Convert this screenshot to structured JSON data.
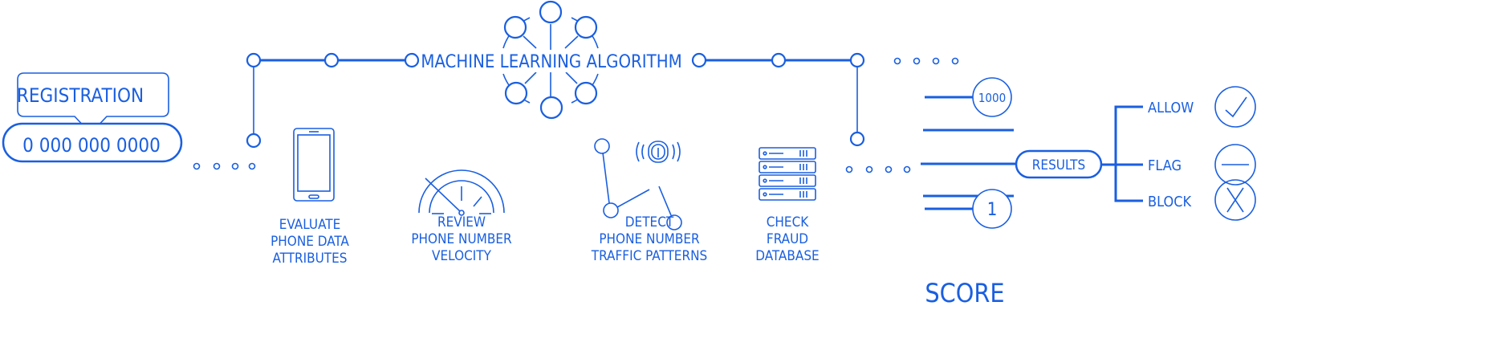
{
  "colors": {
    "accent": "#1a5fe0",
    "background": "#ffffff"
  },
  "registration": {
    "label": "REGISTRATION",
    "phone_value": "0 000 000 0000"
  },
  "algorithm": {
    "label": "MACHINE LEARNING ALGORITHM",
    "icon": "neural-network-icon"
  },
  "steps": [
    {
      "icon": "smartphone-icon",
      "lines": [
        "EVALUATE",
        "PHONE DATA",
        "ATTRIBUTES"
      ]
    },
    {
      "icon": "speedometer-icon",
      "lines": [
        "REVIEW",
        "PHONE NUMBER",
        "VELOCITY"
      ]
    },
    {
      "icon": "fingerprint-network-icon",
      "lines": [
        "DETECT",
        "PHONE NUMBER",
        "TRAFFIC PATTERNS"
      ]
    },
    {
      "icon": "database-server-icon",
      "lines": [
        "CHECK",
        "FRAUD",
        "DATABASE"
      ]
    }
  ],
  "score": {
    "label": "SCORE",
    "max": "1000",
    "min": "1"
  },
  "results": {
    "label": "RESULTS",
    "outcomes": [
      {
        "label": "ALLOW",
        "icon": "check-icon"
      },
      {
        "label": "FLAG",
        "icon": "minus-icon"
      },
      {
        "label": "BLOCK",
        "icon": "x-icon"
      }
    ]
  }
}
